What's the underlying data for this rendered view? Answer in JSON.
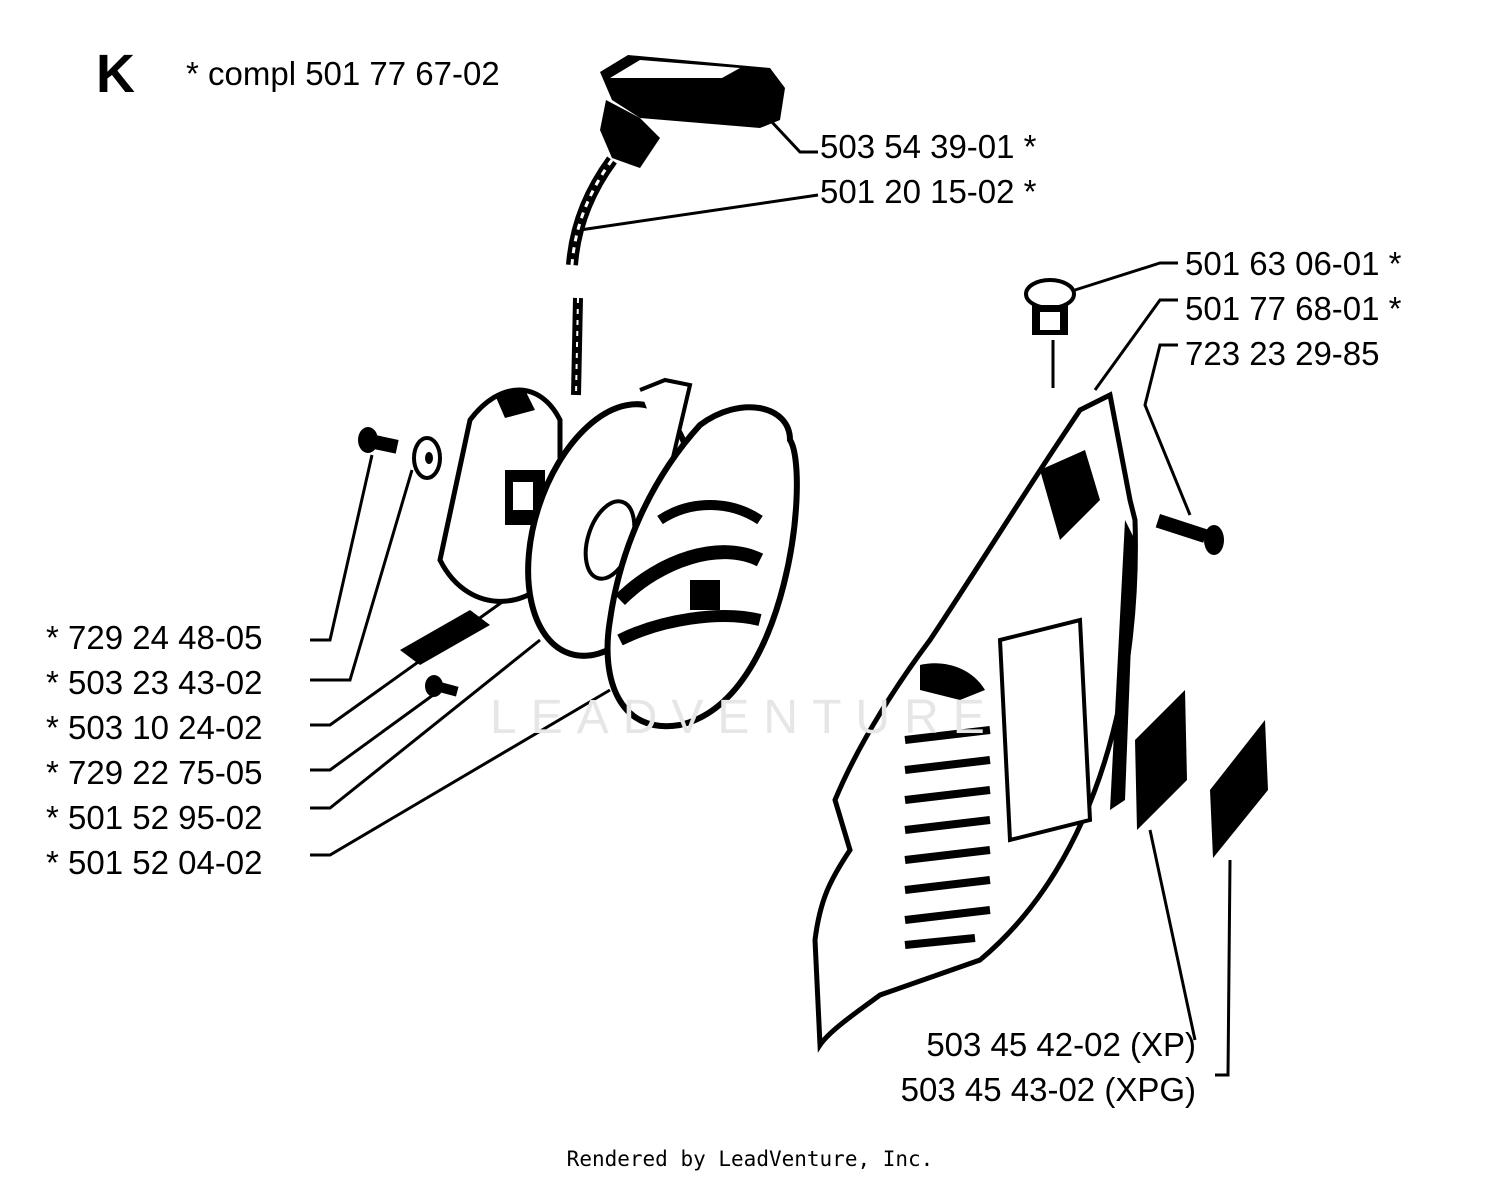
{
  "section_letter": "K",
  "complete_note": "*  compl 501 77 67-02",
  "watermark": "LEADVENTURE",
  "footer": "Rendered by LeadVenture, Inc.",
  "labels_right": [
    "503 54 39-01  *",
    "501 20 15-02  *",
    "501 63 06-01  *",
    "501 77 68-01  *",
    "723 23 29-85"
  ],
  "labels_left": [
    "*  729 24 48-05",
    "*  503 23 43-02",
    "*  503 10 24-02",
    "*  729 22 75-05",
    "*  501 52 95-02",
    "*  501 52 04-02"
  ],
  "labels_bottom": [
    "503 45 42-02 (XP)",
    "503 45 43-02 (XPG)"
  ]
}
